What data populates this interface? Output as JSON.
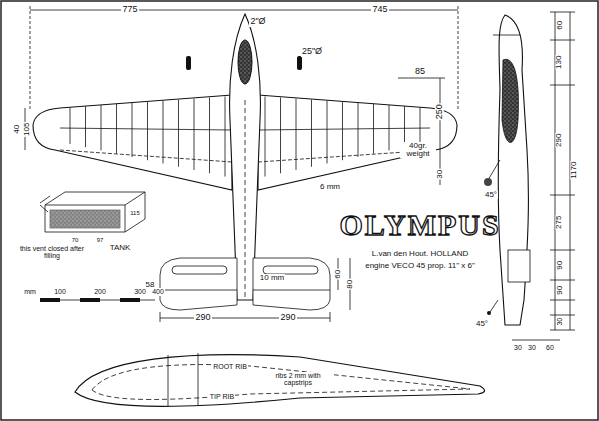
{
  "diagram": {
    "title": "OLYMPUS",
    "labels": [
      "775",
      "745",
      "2\"Ø",
      "25\"Ø",
      "85",
      "40",
      "105",
      "250",
      "40gr. weight",
      "30",
      "6 mm",
      "10 mm",
      "58",
      "60",
      "80",
      "290",
      "290",
      "L.van den Hout. HOLLAND",
      "engine VECO 45 prop. 11\" x 6\"",
      "TANK",
      "this vent closed after filling",
      "70",
      "97",
      "115",
      "mm",
      "100",
      "200",
      "300",
      "400",
      "60",
      "130",
      "290",
      "1170",
      "275",
      "90",
      "90",
      "30",
      "45°",
      "45°",
      "30",
      "30",
      "60",
      "ROOT RIB",
      "TIP RIB",
      "ribs 2 mm with capstrips"
    ]
  }
}
